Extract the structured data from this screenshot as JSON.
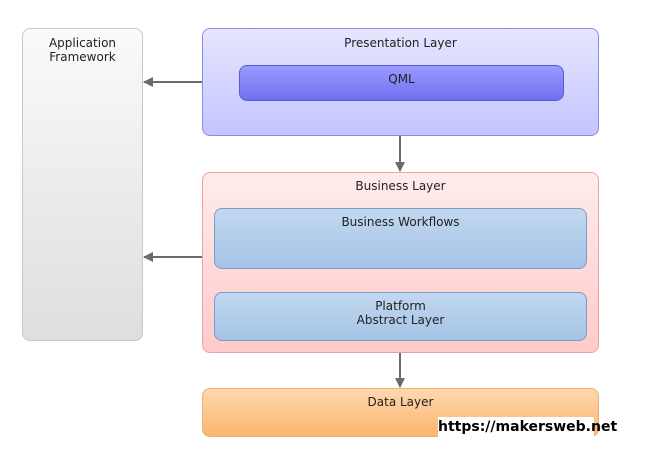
{
  "nodes": {
    "application_framework": "Application\nFramework",
    "presentation_layer": "Presentation Layer",
    "qml": "QML",
    "business_layer": "Business Layer",
    "business_workflows": "Business Workflows",
    "platform_abstract_layer": "Platform\nAbstract Layer",
    "data_layer": "Data Layer"
  },
  "watermark": "https://makersweb.net",
  "colors": {
    "presentation": "#c4c4ff",
    "qml": "#7a7af8",
    "business": "#ffcaca",
    "inner": "#b4cdeb",
    "data": "#fbb56e",
    "framework": "#eeeeee",
    "arrow": "#6b6b6b"
  }
}
